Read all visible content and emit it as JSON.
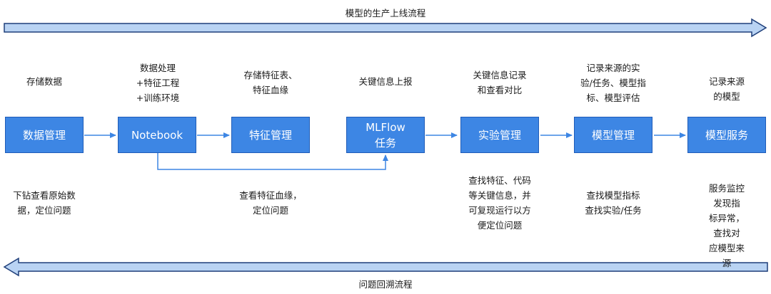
{
  "top_flow": {
    "label": "模型的生产上线流程"
  },
  "bottom_flow": {
    "label": "问题回溯流程"
  },
  "stages": [
    {
      "id": "data-management",
      "label": "数据管理",
      "above": "存储数据",
      "below": "下钻查看原始数\n据，定位问题"
    },
    {
      "id": "notebook",
      "label": "Notebook",
      "above": "数据处理\n+特征工程\n+训练环境",
      "below": ""
    },
    {
      "id": "feature-management",
      "label": "特征管理",
      "above": "存储特征表、\n特征血缘",
      "below": "查看特征血缘，\n定位问题"
    },
    {
      "id": "mlflow-task",
      "label": "MLFlow\n任务",
      "above": "关键信息上报",
      "below": ""
    },
    {
      "id": "experiment-management",
      "label": "实验管理",
      "above": "关键信息记录\n和查看对比",
      "below": "查找特征、代码\n等关键信息，并\n可复现运行以方\n便定位问题"
    },
    {
      "id": "model-management",
      "label": "模型管理",
      "above": "记录来源的实\n验/任务、模型指\n标、模型评估",
      "below": "查找模型指标\n查找实验/任务"
    },
    {
      "id": "model-service",
      "label": "模型服务",
      "above": "记录来源的模型",
      "below": "服务监控发现指\n标异常，查找对\n应模型来源"
    }
  ],
  "colors": {
    "box_fill": "#3d86e4",
    "box_border": "#1f5cb8",
    "arrow": "#3d86e4",
    "band_fill": "#b9d3f3",
    "band_stroke": "#1f3f7a"
  }
}
